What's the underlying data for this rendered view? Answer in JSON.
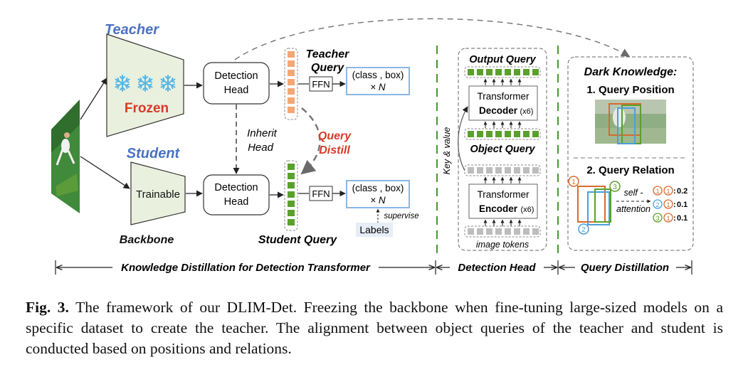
{
  "figure": {
    "teacher_title": "Teacher",
    "frozen_label": "Frozen",
    "student_title": "Student",
    "trainable_label": "Trainable",
    "backbone_label": "Backbone",
    "detection_head_line1": "Detection",
    "detection_head_line2": "Head",
    "inherit_line1": "Inherit",
    "inherit_line2": "Head",
    "teacher_query_line1": "Teacher",
    "teacher_query_line2": "Query",
    "query_distill_line1": "Query",
    "query_distill_line2": "Distill",
    "student_query": "Student Query",
    "ffn": "FFN",
    "output_line1": "(class , box)",
    "output_line2": "× N",
    "supervise": "supervise",
    "labels": "Labels",
    "output_query": "Output Query",
    "transformer": "Transformer",
    "decoder": "Decoder",
    "decoder_count": "(x6)",
    "object_query": "Object Query",
    "key_value": "Key & value",
    "encoder": "Encoder",
    "encoder_count": "(x6)",
    "image_tokens": "image tokens",
    "dark_knowledge": "Dark Knowledge:",
    "query_position": "1. Query  Position",
    "query_relation": "2. Query Relation",
    "self_attention_line1": "self -",
    "self_attention_line2": "attention",
    "circ_1": "1",
    "circ_2": "2",
    "circ_3": "3",
    "rel_value_1": "0.2",
    "rel_value_2": "0.1",
    "rel_value_3": "0.1",
    "span_kd": "Knowledge Distillation for Detection Transformer",
    "span_dh": "Detection Head",
    "span_qd": "Query Distillation"
  },
  "colors": {
    "teacher_blue": "#4a72c4",
    "frozen_red": "#d63a2a",
    "backbone_fill": "#e9f0de",
    "teacher_query_orange": "#f3a774",
    "green_query": "#5aa02c",
    "gray_token": "#bdbdbd",
    "output_box_blue": "#8ab7e4",
    "divider_green": "#4f9a3a",
    "labels_bg": "#e6edf7"
  },
  "caption": {
    "label": "Fig. 3.",
    "text": " The framework of our DLIM-Det. Freezing the backbone when fine-tuning large-sized models on a specific dataset to create the teacher. The alignment between object queries of the teacher and student is conducted based on positions and relations."
  }
}
